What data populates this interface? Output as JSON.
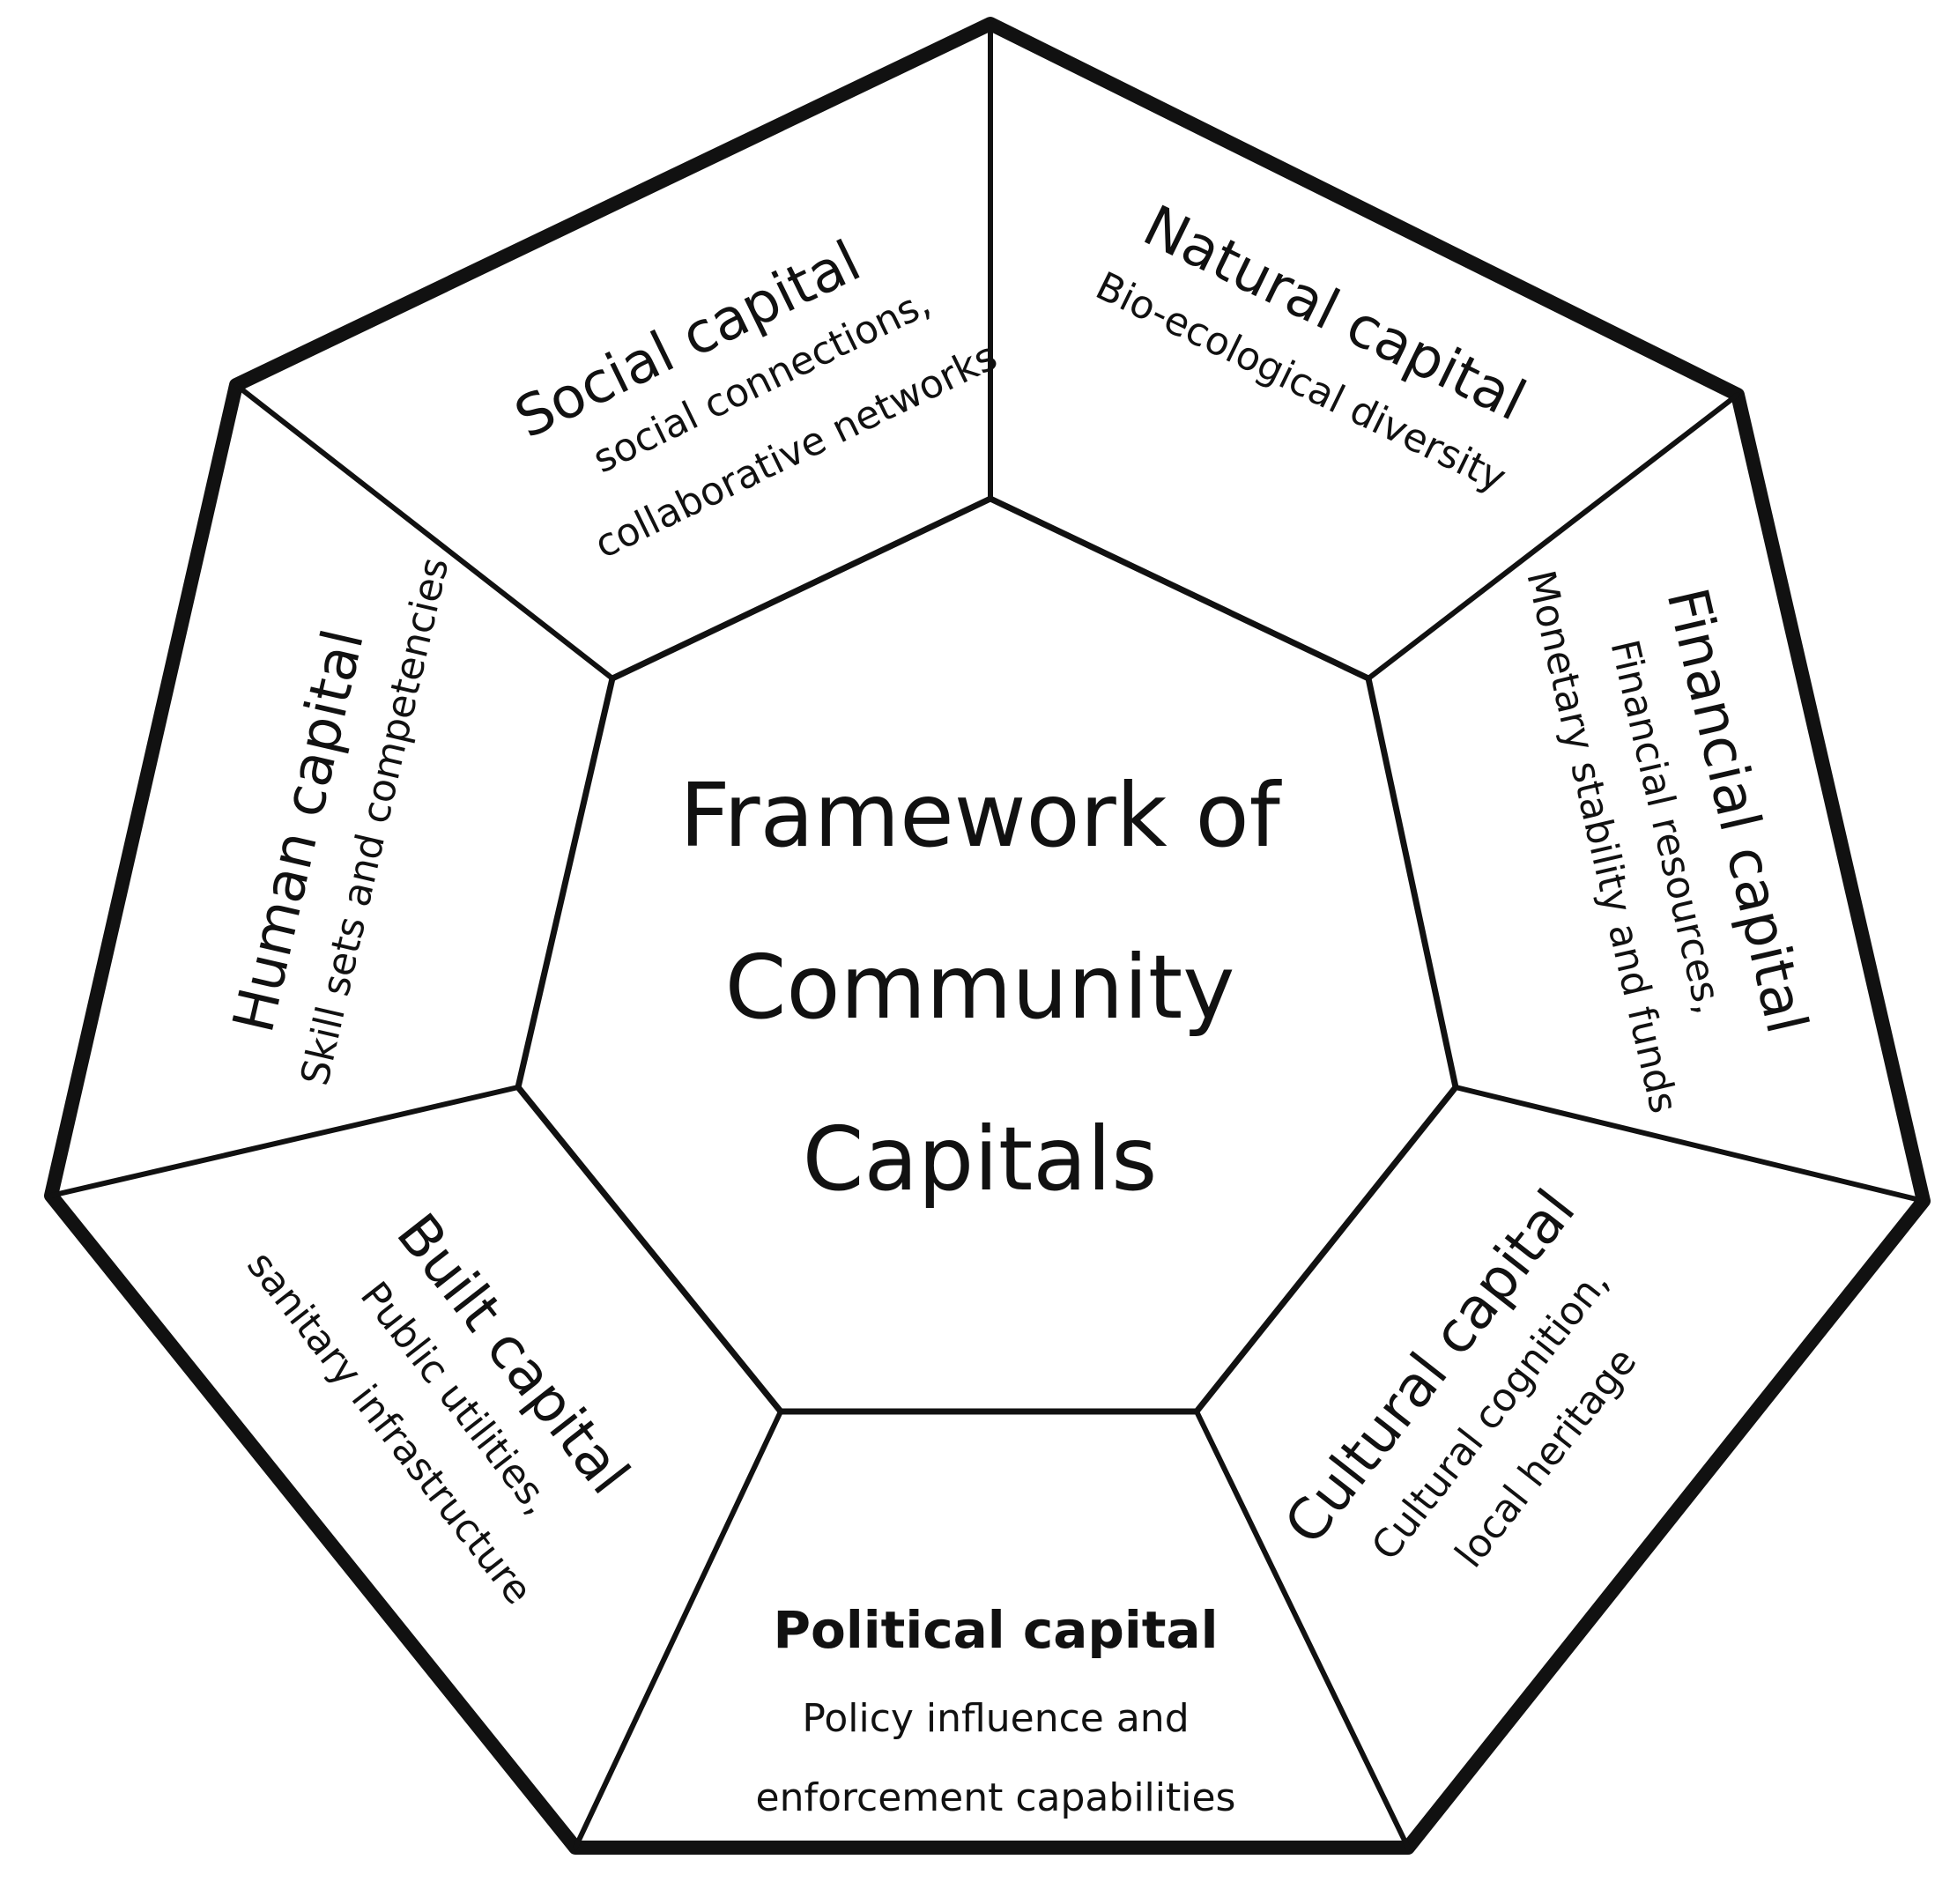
{
  "center": {
    "lines": [
      "Framework of",
      "Community",
      "Capitals"
    ]
  },
  "segments": [
    {
      "title": "Social capital",
      "lines": [
        "social connections,",
        "collaborative networks"
      ]
    },
    {
      "title": "Natural capital",
      "lines": [
        "Bio-ecological diversity"
      ]
    },
    {
      "title": "Financial capital",
      "lines": [
        "Financial resources,",
        "Monetary stability and funds"
      ]
    },
    {
      "title": "Cultural capital",
      "lines": [
        "Cultural cognition,",
        "local heritage"
      ]
    },
    {
      "title": "Political capital",
      "lines": [
        "Policy influence and",
        "enforcement capabilities"
      ]
    },
    {
      "title": "Built capital",
      "lines": [
        "Public utilities,",
        "sanitary infrastructure"
      ]
    },
    {
      "title": "Human capital",
      "lines": [
        "Skill sets and competencies"
      ]
    }
  ]
}
